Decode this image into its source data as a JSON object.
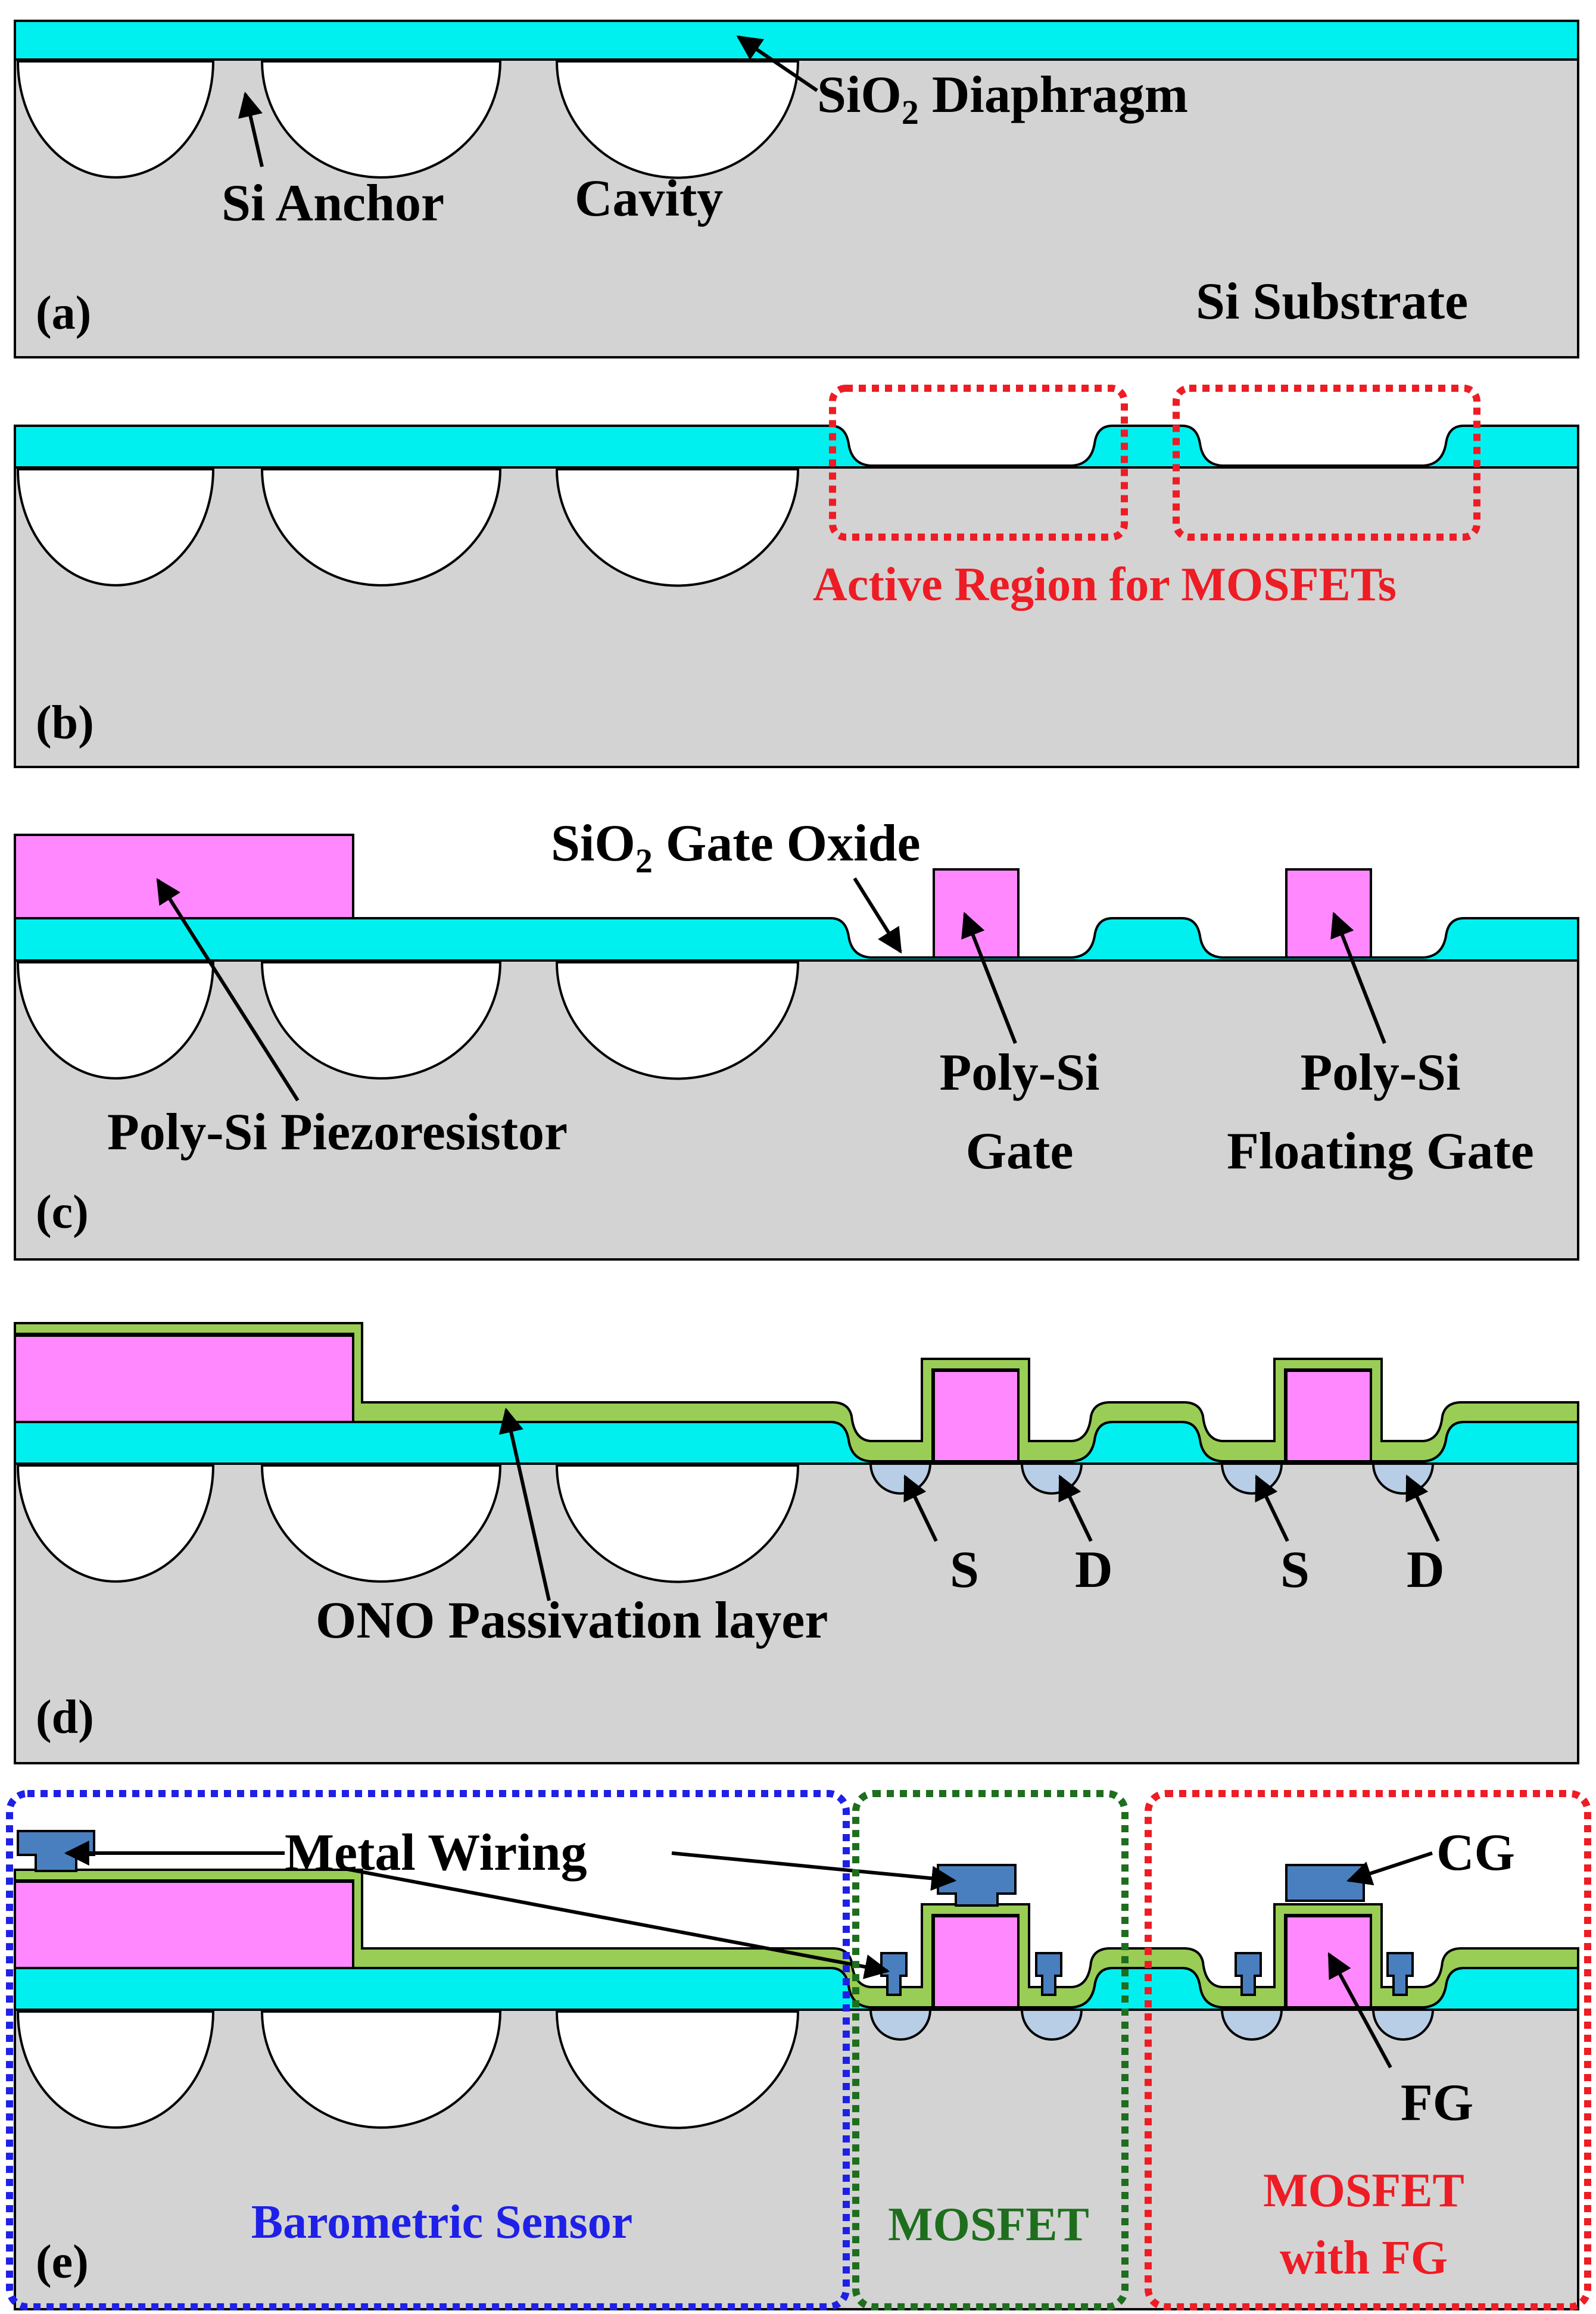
{
  "colors": {
    "substrate": "#d3d3d3",
    "oxide": "#00f0f0",
    "poly_si": "#ff88ff",
    "passivation": "#9acd55",
    "source_drain": "#b8cde6",
    "metal": "#4a7fbf",
    "active_region_box": "#ee1c24",
    "sensor_box": "#1f20e6",
    "mosfet_box": "#1e6e1e",
    "fg_box": "#ee1c24"
  },
  "panels": {
    "a": {
      "tag": "(a)",
      "diaphragm_prefix": "SiO",
      "diaphragm_sub": "2",
      "diaphragm_suffix": " Diaphragm",
      "anchor": "Si Anchor",
      "cavity": "Cavity",
      "substrate": "Si Substrate"
    },
    "b": {
      "tag": "(b)",
      "active_region": "Active Region for MOSFETs"
    },
    "c": {
      "tag": "(c)",
      "gate_oxide_prefix": "SiO",
      "gate_oxide_sub": "2",
      "gate_oxide_suffix": " Gate Oxide",
      "piezoresistor": "Poly-Si Piezoresistor",
      "gate_line1": "Poly-Si",
      "gate_line2": "Gate",
      "fg_line1": "Poly-Si",
      "fg_line2": "Floating Gate"
    },
    "d": {
      "tag": "(d)",
      "source": "S",
      "drain": "D",
      "passivation": "ONO Passivation layer"
    },
    "e": {
      "tag": "(e)",
      "metal_wiring": "Metal Wiring",
      "cg": "CG",
      "fg": "FG",
      "sensor": "Barometric Sensor",
      "mosfet": "MOSFET",
      "mosfet_fg_line1": "MOSFET",
      "mosfet_fg_line2": "with FG"
    }
  }
}
